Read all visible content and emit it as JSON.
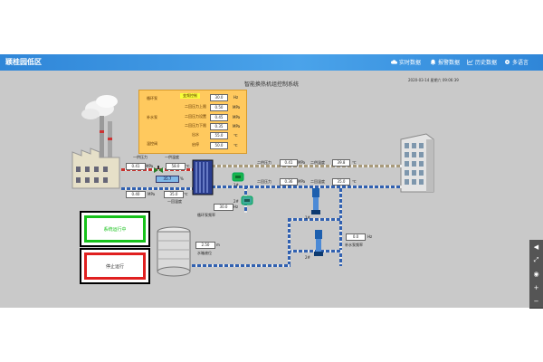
{
  "header": {
    "brand": "颖桂园低区",
    "nav": [
      {
        "label": "实时数据",
        "icon": "cloud-icon"
      },
      {
        "label": "报警数据",
        "icon": "bell-icon"
      },
      {
        "label": "历史数据",
        "icon": "chart-icon"
      },
      {
        "label": "多语言",
        "icon": "gear-icon"
      }
    ]
  },
  "scada": {
    "title": "智能换热机组控制系统",
    "date": "2020-03-14",
    "weekday": "星期六",
    "time": "09:06:39",
    "panel": {
      "rows": [
        {
          "left": "循环泵",
          "label": "变频控制",
          "value": "30.0",
          "unit": "Hz",
          "highlight": true
        },
        {
          "left": "",
          "label": "二回压力上限",
          "value": "0.50",
          "unit": "MPa"
        },
        {
          "left": "补水泵",
          "label": "二回压力设置",
          "value": "0.45",
          "unit": "MPa"
        },
        {
          "left": "",
          "label": "二回压力下限",
          "value": "0.35",
          "unit": "MPa"
        },
        {
          "left": "",
          "label": "出水",
          "value": "55.0",
          "unit": "℃"
        },
        {
          "left": "温控阀",
          "label": "启停",
          "value": "50.0",
          "unit": "℃"
        }
      ]
    },
    "primary": {
      "supply_pressure_label": "一供压力",
      "supply_pressure": "0.41",
      "supply_pressure_unit": "MPa",
      "supply_temp_label": "一供温度",
      "supply_temp": "58.0",
      "supply_temp_unit": "℃",
      "valve_value": "35.7",
      "valve_unit": "%",
      "return_pressure": "0.40",
      "return_pressure_unit": "MPa",
      "return_temp_label": "一回温度",
      "return_temp": "35.0",
      "return_temp_unit": "℃"
    },
    "secondary": {
      "supply_pressure_label": "二供压力",
      "supply_pressure": "0.41",
      "supply_pressure_unit": "MPa",
      "supply_temp_label": "二供温度",
      "supply_temp": "39.8",
      "supply_temp_unit": "℃",
      "return_pressure_label": "二回压力",
      "return_pressure": "0.36",
      "return_pressure_unit": "MPa",
      "return_temp_label": "二回温度",
      "return_temp": "35.0",
      "return_temp_unit": "℃"
    },
    "circ_pump": {
      "label": "循环泵频率",
      "value": "30.0",
      "unit": "Hz",
      "pump1": "1#",
      "pump2": "2#"
    },
    "tank": {
      "label": "水箱液位",
      "value": "2.50",
      "unit": "m"
    },
    "makeup_pump": {
      "label": "补水泵频率",
      "value": "0.0",
      "unit": "Hz",
      "pump1": "1#",
      "pump2": "2#"
    },
    "buttons": {
      "start": "系统运行中",
      "stop": "停止运行"
    },
    "tools": [
      {
        "icon": "volume-icon"
      },
      {
        "icon": "expand-icon"
      },
      {
        "icon": "eye-icon"
      },
      {
        "icon": "zoom-in-icon"
      },
      {
        "icon": "zoom-out-icon"
      }
    ]
  },
  "colors": {
    "header": "#3a93e0",
    "canvas": "#c9c9c9",
    "panel": "#ffc95e",
    "run_green": "#18c21c",
    "stop_red": "#e02020"
  }
}
